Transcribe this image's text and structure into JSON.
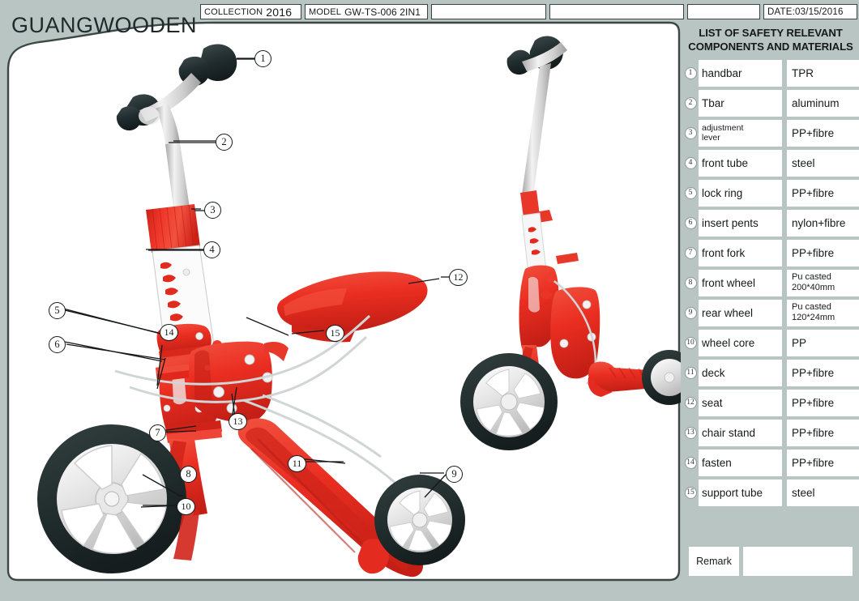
{
  "header": {
    "logo": "GUANGWOODEN",
    "collection_label": "COLLECTION",
    "collection_value": "2016",
    "model_label": "MODEL",
    "model_value": "GW-TS-006 2IN1",
    "blank1": "",
    "blank2": "",
    "blank3": "",
    "date": "DATE:03/15/2016"
  },
  "sidebar": {
    "title_line1": "LIST OF SAFETY RELEVANT",
    "title_line2": "COMPONENTS AND MATERIALS",
    "rows": [
      {
        "num": "1",
        "name": "handbar",
        "material": "TPR"
      },
      {
        "num": "2",
        "name": "Tbar",
        "material": "aluminum"
      },
      {
        "num": "3",
        "name": "adjustment\nlever",
        "material": "PP+fibre"
      },
      {
        "num": "4",
        "name": "front tube",
        "material": "steel"
      },
      {
        "num": "5",
        "name": "lock ring",
        "material": "PP+fibre"
      },
      {
        "num": "6",
        "name": "insert pents",
        "material": "nylon+fibre"
      },
      {
        "num": "7",
        "name": "front fork",
        "material": "PP+fibre"
      },
      {
        "num": "8",
        "name": "front wheel",
        "material": "Pu casted\n200*40mm"
      },
      {
        "num": "9",
        "name": "rear wheel",
        "material": "Pu casted\n120*24mm"
      },
      {
        "num": "10",
        "name": "wheel core",
        "material": "PP"
      },
      {
        "num": "11",
        "name": "deck",
        "material": "PP+fibre"
      },
      {
        "num": "12",
        "name": "seat",
        "material": "PP+fibre"
      },
      {
        "num": "13",
        "name": "chair stand",
        "material": "PP+fibre"
      },
      {
        "num": "14",
        "name": "fasten",
        "material": "PP+fibre"
      },
      {
        "num": "15",
        "name": "support tube",
        "material": "steel"
      }
    ],
    "remark_label": "Remark",
    "remark_value": ""
  },
  "drawing": {
    "callouts": [
      {
        "id": "1",
        "label": "1"
      },
      {
        "id": "2",
        "label": "2"
      },
      {
        "id": "3",
        "label": "3"
      },
      {
        "id": "4",
        "label": "4"
      },
      {
        "id": "5",
        "label": "5"
      },
      {
        "id": "6",
        "label": "6"
      },
      {
        "id": "7",
        "label": "7"
      },
      {
        "id": "8",
        "label": "8"
      },
      {
        "id": "9",
        "label": "9"
      },
      {
        "id": "10",
        "label": "10"
      },
      {
        "id": "11",
        "label": "11"
      },
      {
        "id": "12",
        "label": "12"
      },
      {
        "id": "13",
        "label": "13"
      },
      {
        "id": "14",
        "label": "14"
      },
      {
        "id": "15",
        "label": "15"
      }
    ]
  },
  "colors": {
    "background": "#b9c5c3",
    "panel": "#ffffff",
    "ink": "#15181a",
    "scooter_red": "#ea2e21",
    "scooter_red_dark": "#cf2217",
    "scooter_red_light": "#f4574a",
    "tire_black": "#253032",
    "metal_silver": "#d8d8d8",
    "grip_black": "#20292b"
  }
}
